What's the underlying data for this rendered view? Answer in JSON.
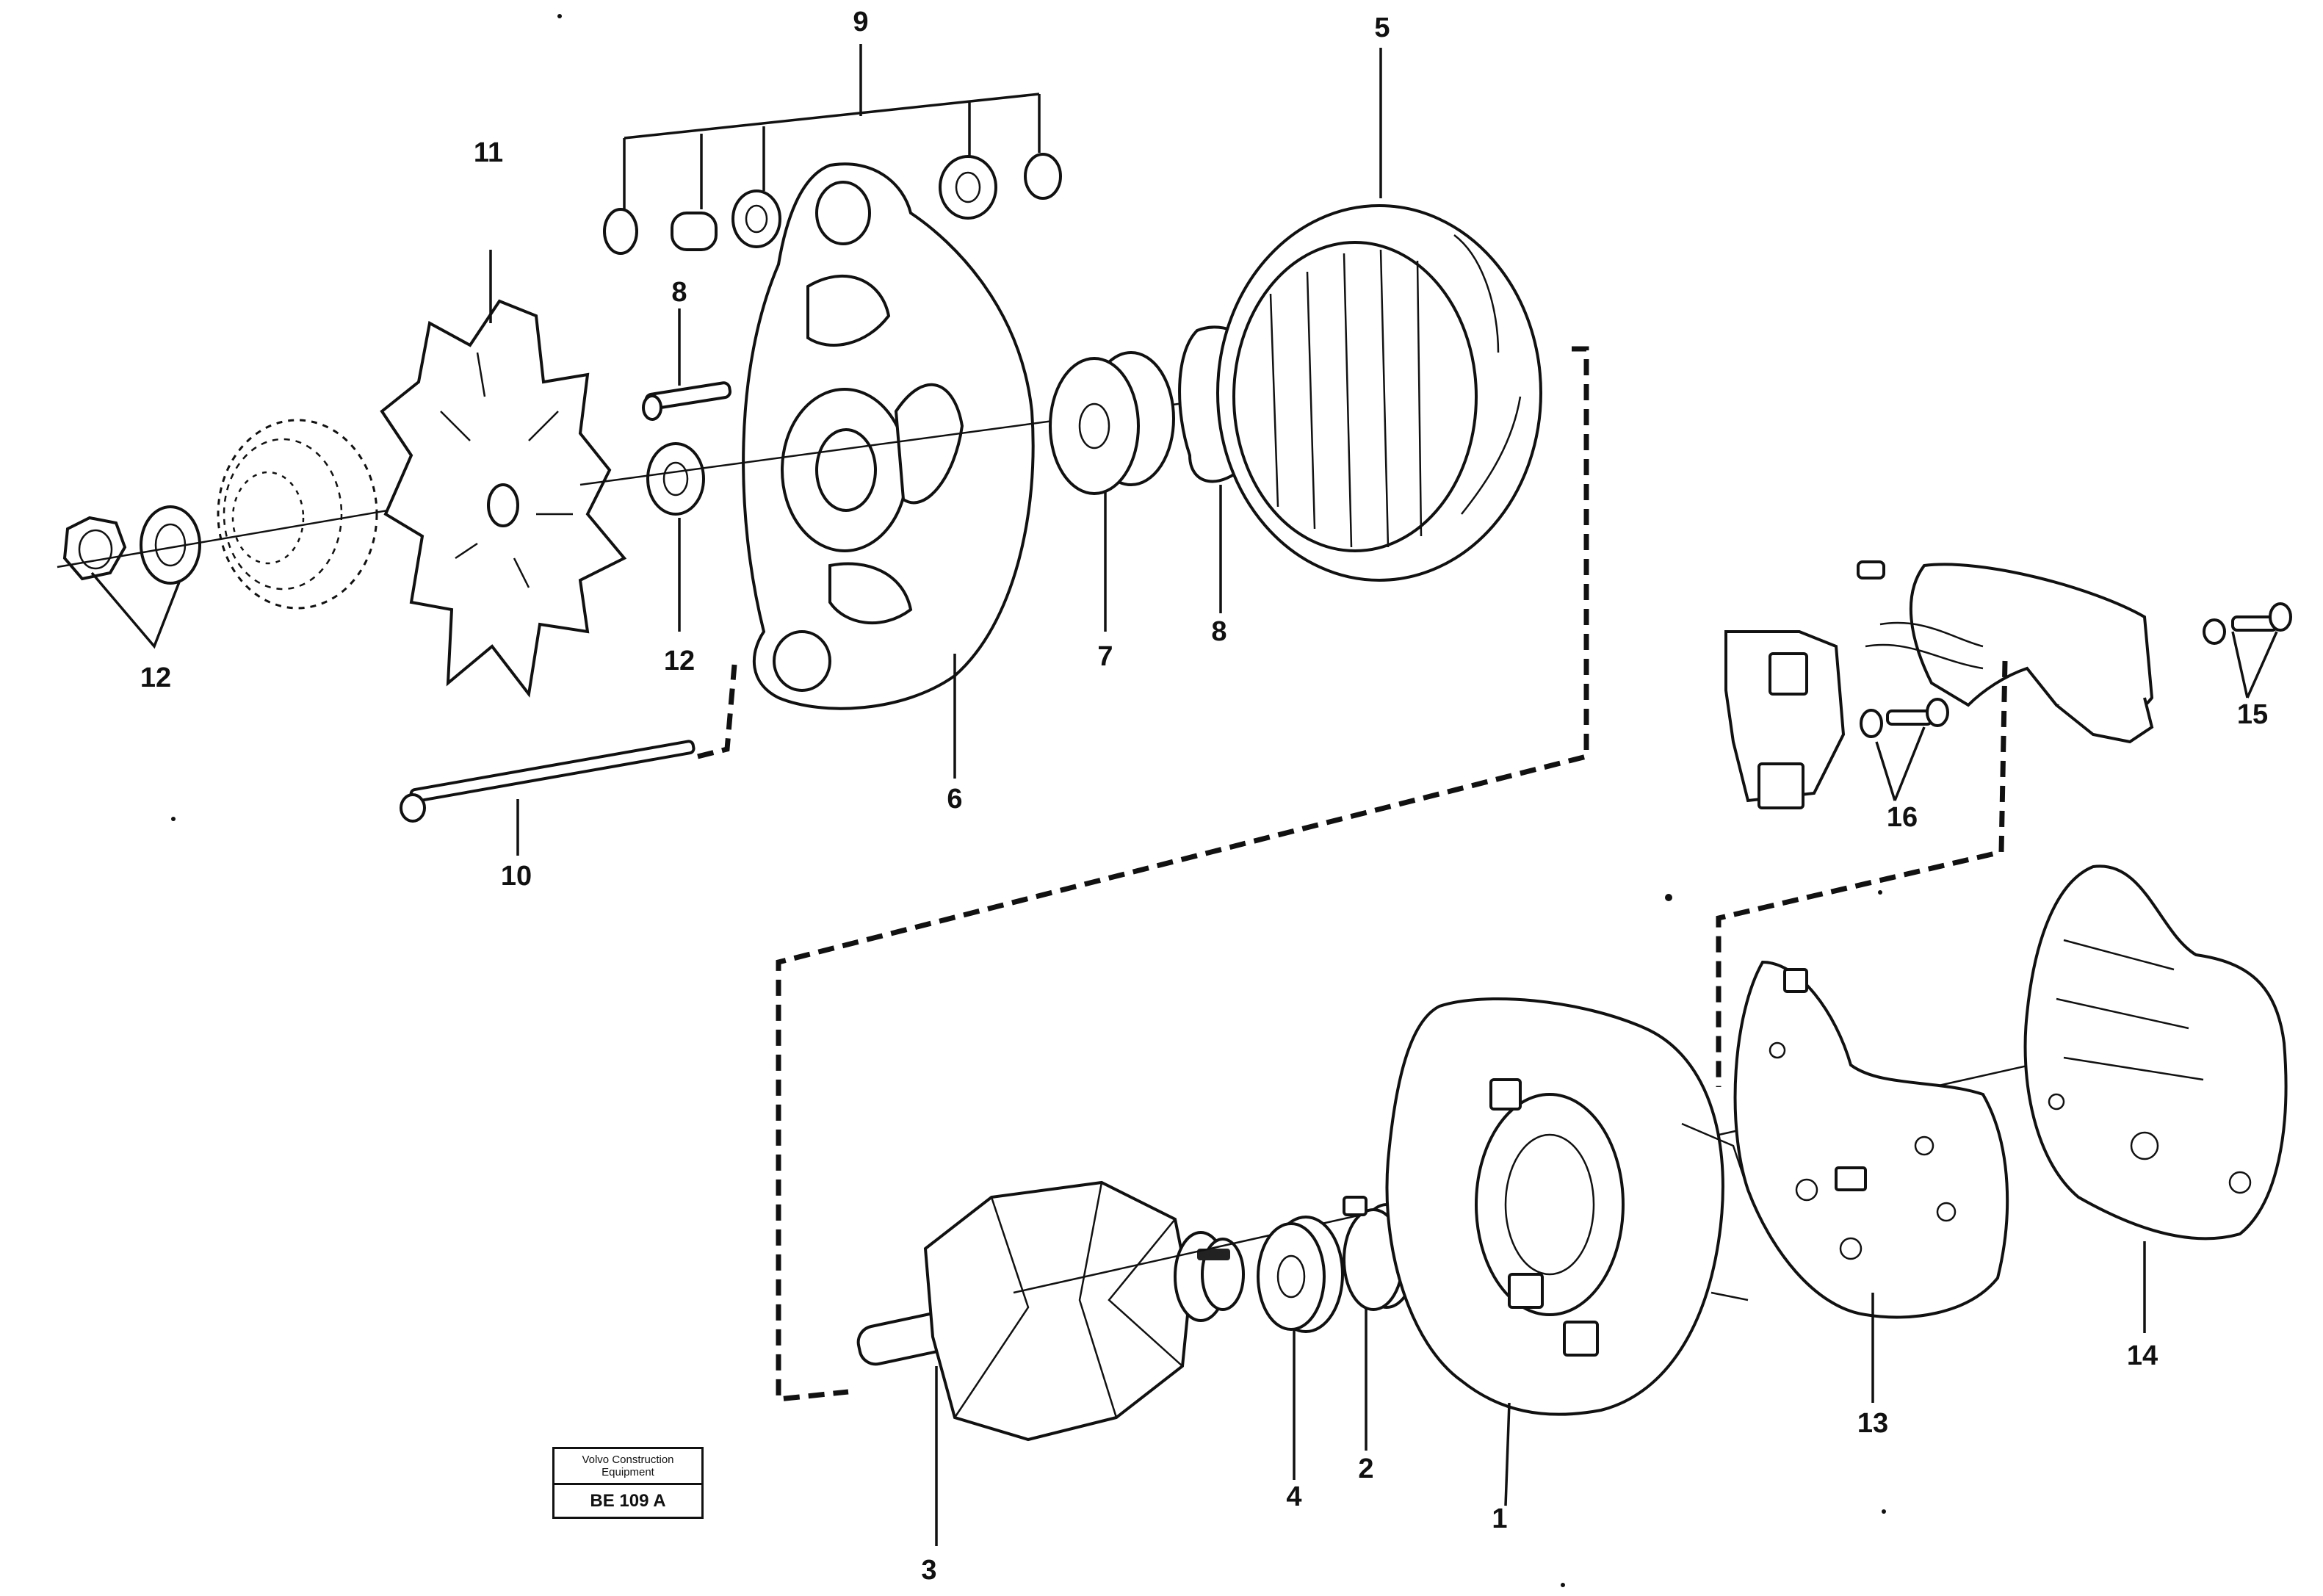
{
  "callouts": {
    "c1": "1",
    "c2": "2",
    "c3": "3",
    "c4": "4",
    "c5": "5",
    "c6": "6",
    "c7": "7",
    "c8a": "8",
    "c8b": "8",
    "c9": "9",
    "c10": "10",
    "c11": "11",
    "c12a": "12",
    "c12b": "12",
    "c13": "13",
    "c14": "14",
    "c15": "15",
    "c16": "16"
  },
  "stamp": {
    "line1": "Volvo Construction",
    "line2": "Equipment",
    "code": "BE 109 A"
  }
}
